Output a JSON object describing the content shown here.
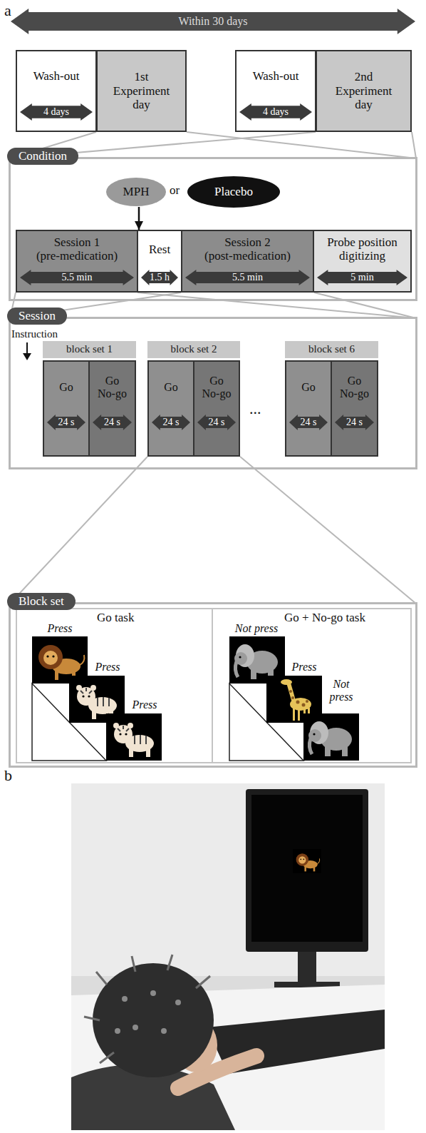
{
  "diagram": {
    "nodes": [
      {
        "text": [
          "Within 30 days"
        ]
      },
      {
        "text": [
          "Wash-out",
          "4 days"
        ]
      },
      {
        "text": [
          "1st Experiment day"
        ]
      },
      {
        "text": [
          "Wash-out",
          "4 days"
        ]
      },
      {
        "text": [
          "2nd Experiment day"
        ]
      },
      {
        "text": [
          "Condition"
        ]
      },
      {
        "text": [
          "MPH"
        ],
        "in": 5
      },
      {
        "text": [
          "Placebo"
        ],
        "in": 5
      },
      {
        "text": [
          "Session 1 (pre-medication)",
          "5.5 min"
        ],
        "in": 5
      },
      {
        "text": [
          "Rest",
          "1.5 h"
        ],
        "in": 5
      },
      {
        "text": [
          "Session 2 (post-medication)",
          "5.5 min"
        ],
        "in": 5
      },
      {
        "text": [
          "Probe position digitizing",
          "5 min"
        ],
        "in": 5
      },
      {
        "text": [
          "Session"
        ]
      },
      {
        "text": [
          "block set 1"
        ],
        "in": 12
      },
      {
        "text": [
          "Go",
          "24 s"
        ],
        "in": 12
      },
      {
        "text": [
          "Go No-go",
          "24 s"
        ],
        "in": 12
      },
      {
        "text": [
          "block set 2"
        ],
        "in": 12
      },
      {
        "text": [
          "Go",
          "24 s"
        ],
        "in": 12
      },
      {
        "text": [
          "Go No-go",
          "24 s"
        ],
        "in": 12
      },
      {
        "text": [
          "block set 6"
        ],
        "in": 12
      },
      {
        "text": [
          "Go",
          "24 s"
        ],
        "in": 12
      },
      {
        "text": [
          "Go No-go",
          "24 s"
        ],
        "in": 12
      },
      {
        "text": [
          "Block set"
        ]
      },
      {
        "text": [
          "Go task"
        ],
        "in": 22
      },
      {
        "text": [
          "Go + No-go task"
        ],
        "in": 22
      }
    ],
    "edges": [
      {
        "from": 6,
        "to": 9,
        "arrow": "to"
      }
    ],
    "labels": [
      "a",
      "or",
      "Instruction",
      "...",
      "Press",
      "Press",
      "Press",
      "Not press",
      "Press",
      "Not press",
      "b"
    ]
  }
}
